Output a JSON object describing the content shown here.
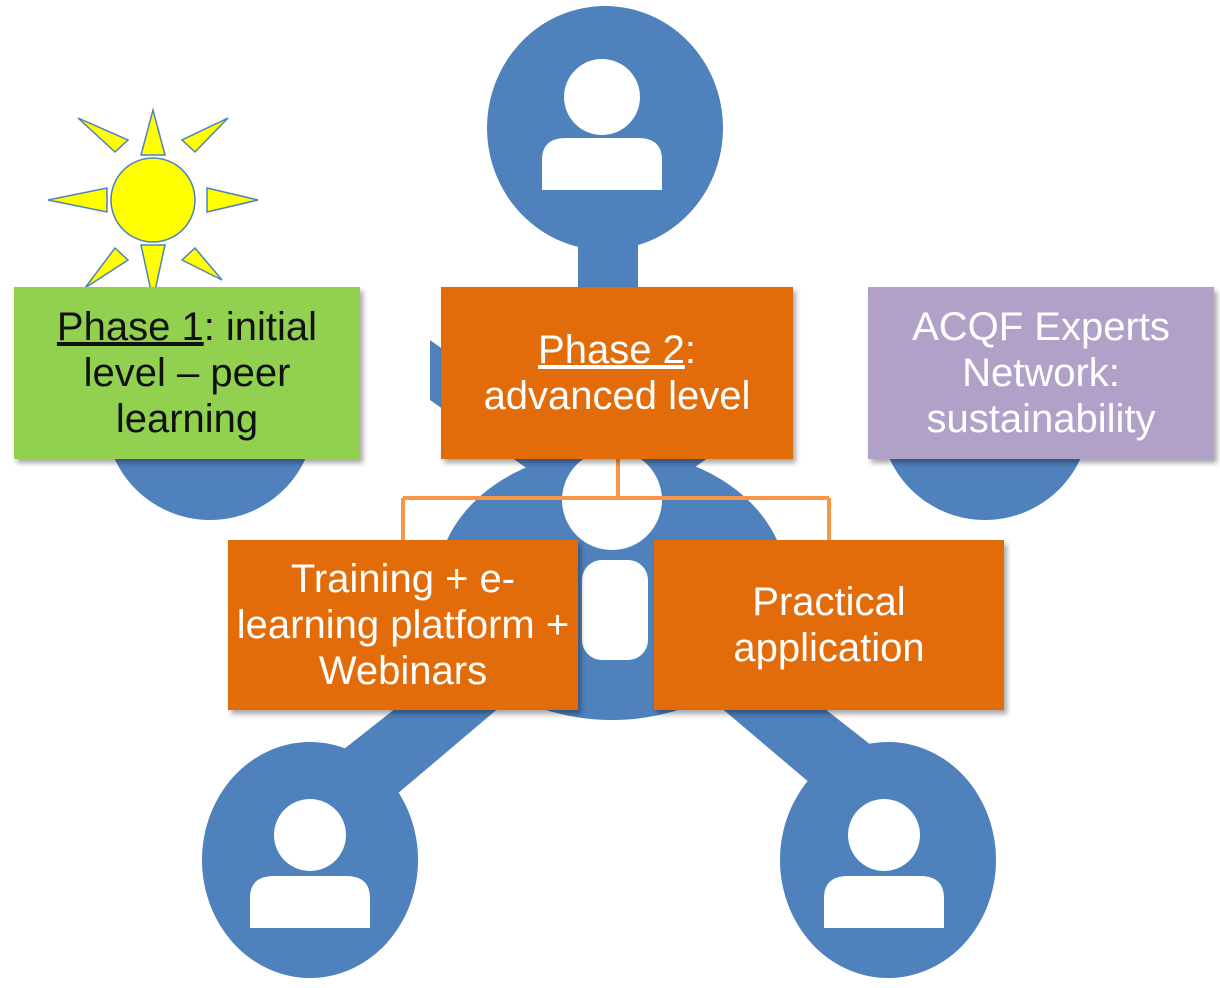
{
  "colors": {
    "network_blue": "#4f81bd",
    "phase1_green": "#92d050",
    "orange": "#e36c0a",
    "connector_orange": "#f79646",
    "acqf_purple": "#b1a0c7",
    "sun_yellow": "#ffff00",
    "sun_outline": "#4f81bd"
  },
  "icons": [
    "sun-icon",
    "person-icon"
  ],
  "boxes": {
    "phase1": {
      "title": "Phase 1",
      "rest": ": initial level – peer learning"
    },
    "phase2": {
      "title": "Phase 2",
      "rest": ": advanced level"
    },
    "acqf": {
      "text": "ACQF Experts Network: sustainability"
    },
    "training": {
      "text": "Training + e-learning platform + Webinars"
    },
    "practical": {
      "text": "Practical application"
    }
  }
}
